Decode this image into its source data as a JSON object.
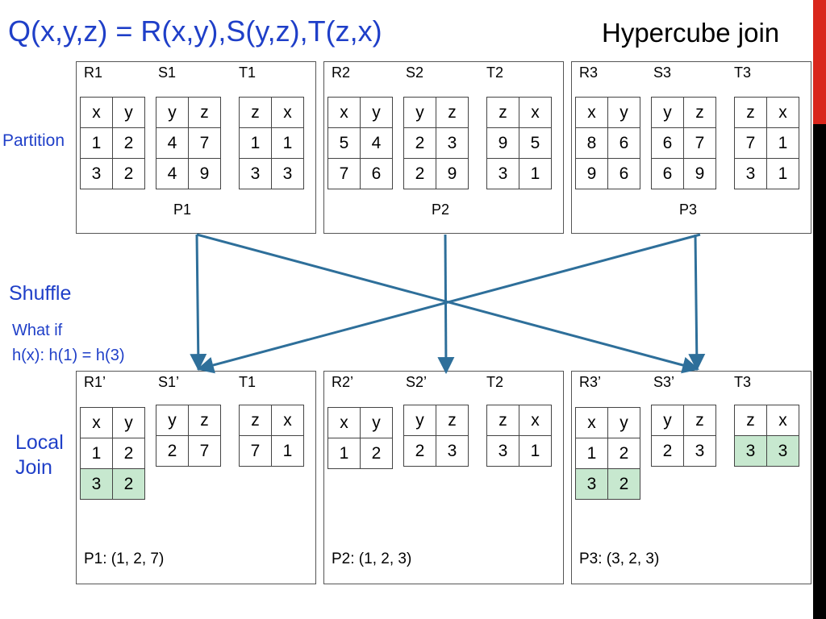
{
  "header": {
    "query": "Q(x,y,z) = R(x,y),S(y,z),T(z,x)",
    "title": "Hypercube join"
  },
  "side_labels": {
    "partition": "Partition",
    "shuffle": "Shuffle",
    "whatif_line1": "What if",
    "whatif_line2": "h(x): h(1) = h(3)",
    "local_line1": "Local",
    "local_line2": "Join"
  },
  "top_panels": [
    {
      "label": "P1",
      "tables": [
        {
          "name": "R1",
          "cols": [
            "x",
            "y"
          ],
          "rows": [
            [
              "1",
              "2"
            ],
            [
              "3",
              "2"
            ]
          ],
          "highlight": []
        },
        {
          "name": "S1",
          "cols": [
            "y",
            "z"
          ],
          "rows": [
            [
              "4",
              "7"
            ],
            [
              "4",
              "9"
            ]
          ],
          "highlight": []
        },
        {
          "name": "T1",
          "cols": [
            "z",
            "x"
          ],
          "rows": [
            [
              "1",
              "1"
            ],
            [
              "3",
              "3"
            ]
          ],
          "highlight": []
        }
      ]
    },
    {
      "label": "P2",
      "tables": [
        {
          "name": "R2",
          "cols": [
            "x",
            "y"
          ],
          "rows": [
            [
              "5",
              "4"
            ],
            [
              "7",
              "6"
            ]
          ],
          "highlight": []
        },
        {
          "name": "S2",
          "cols": [
            "y",
            "z"
          ],
          "rows": [
            [
              "2",
              "3"
            ],
            [
              "2",
              "9"
            ]
          ],
          "highlight": []
        },
        {
          "name": "T2",
          "cols": [
            "z",
            "x"
          ],
          "rows": [
            [
              "9",
              "5"
            ],
            [
              "3",
              "1"
            ]
          ],
          "highlight": []
        }
      ]
    },
    {
      "label": "P3",
      "tables": [
        {
          "name": "R3",
          "cols": [
            "x",
            "y"
          ],
          "rows": [
            [
              "8",
              "6"
            ],
            [
              "9",
              "6"
            ]
          ],
          "highlight": []
        },
        {
          "name": "S3",
          "cols": [
            "y",
            "z"
          ],
          "rows": [
            [
              "6",
              "7"
            ],
            [
              "6",
              "9"
            ]
          ],
          "highlight": []
        },
        {
          "name": "T3",
          "cols": [
            "z",
            "x"
          ],
          "rows": [
            [
              "7",
              "1"
            ],
            [
              "3",
              "1"
            ]
          ],
          "highlight": []
        }
      ]
    }
  ],
  "bottom_panels": [
    {
      "result": "P1: (1, 2, 7)",
      "tables": [
        {
          "name": "R1’",
          "cols": [
            "x",
            "y"
          ],
          "rows": [
            [
              "1",
              "2"
            ],
            [
              "3",
              "2"
            ]
          ],
          "highlight": [
            1
          ]
        },
        {
          "name": "S1’",
          "cols": [
            "y",
            "z"
          ],
          "rows": [
            [
              "2",
              "7"
            ]
          ],
          "highlight": []
        },
        {
          "name": "T1",
          "cols": [
            "z",
            "x"
          ],
          "rows": [
            [
              "7",
              "1"
            ]
          ],
          "highlight": []
        }
      ]
    },
    {
      "result": "P2: (1, 2, 3)",
      "tables": [
        {
          "name": "R2’",
          "cols": [
            "x",
            "y"
          ],
          "rows": [
            [
              "1",
              "2"
            ]
          ],
          "highlight": []
        },
        {
          "name": "S2’",
          "cols": [
            "y",
            "z"
          ],
          "rows": [
            [
              "2",
              "3"
            ]
          ],
          "highlight": []
        },
        {
          "name": "T2",
          "cols": [
            "z",
            "x"
          ],
          "rows": [
            [
              "3",
              "1"
            ]
          ],
          "highlight": []
        }
      ]
    },
    {
      "result": "P3: (3, 2, 3)",
      "tables": [
        {
          "name": "R3’",
          "cols": [
            "x",
            "y"
          ],
          "rows": [
            [
              "1",
              "2"
            ],
            [
              "3",
              "2"
            ]
          ],
          "highlight": [
            1
          ]
        },
        {
          "name": "S3’",
          "cols": [
            "y",
            "z"
          ],
          "rows": [
            [
              "2",
              "3"
            ]
          ],
          "highlight": []
        },
        {
          "name": "T3",
          "cols": [
            "z",
            "x"
          ],
          "rows": [
            [
              "3",
              "3"
            ]
          ],
          "highlight": [
            0
          ]
        }
      ]
    }
  ],
  "colors": {
    "title_blue": "#1f3fc8",
    "arrow": "#2e6f9a",
    "highlight": "#c7e8cf",
    "accent_red": "#d9261c"
  }
}
